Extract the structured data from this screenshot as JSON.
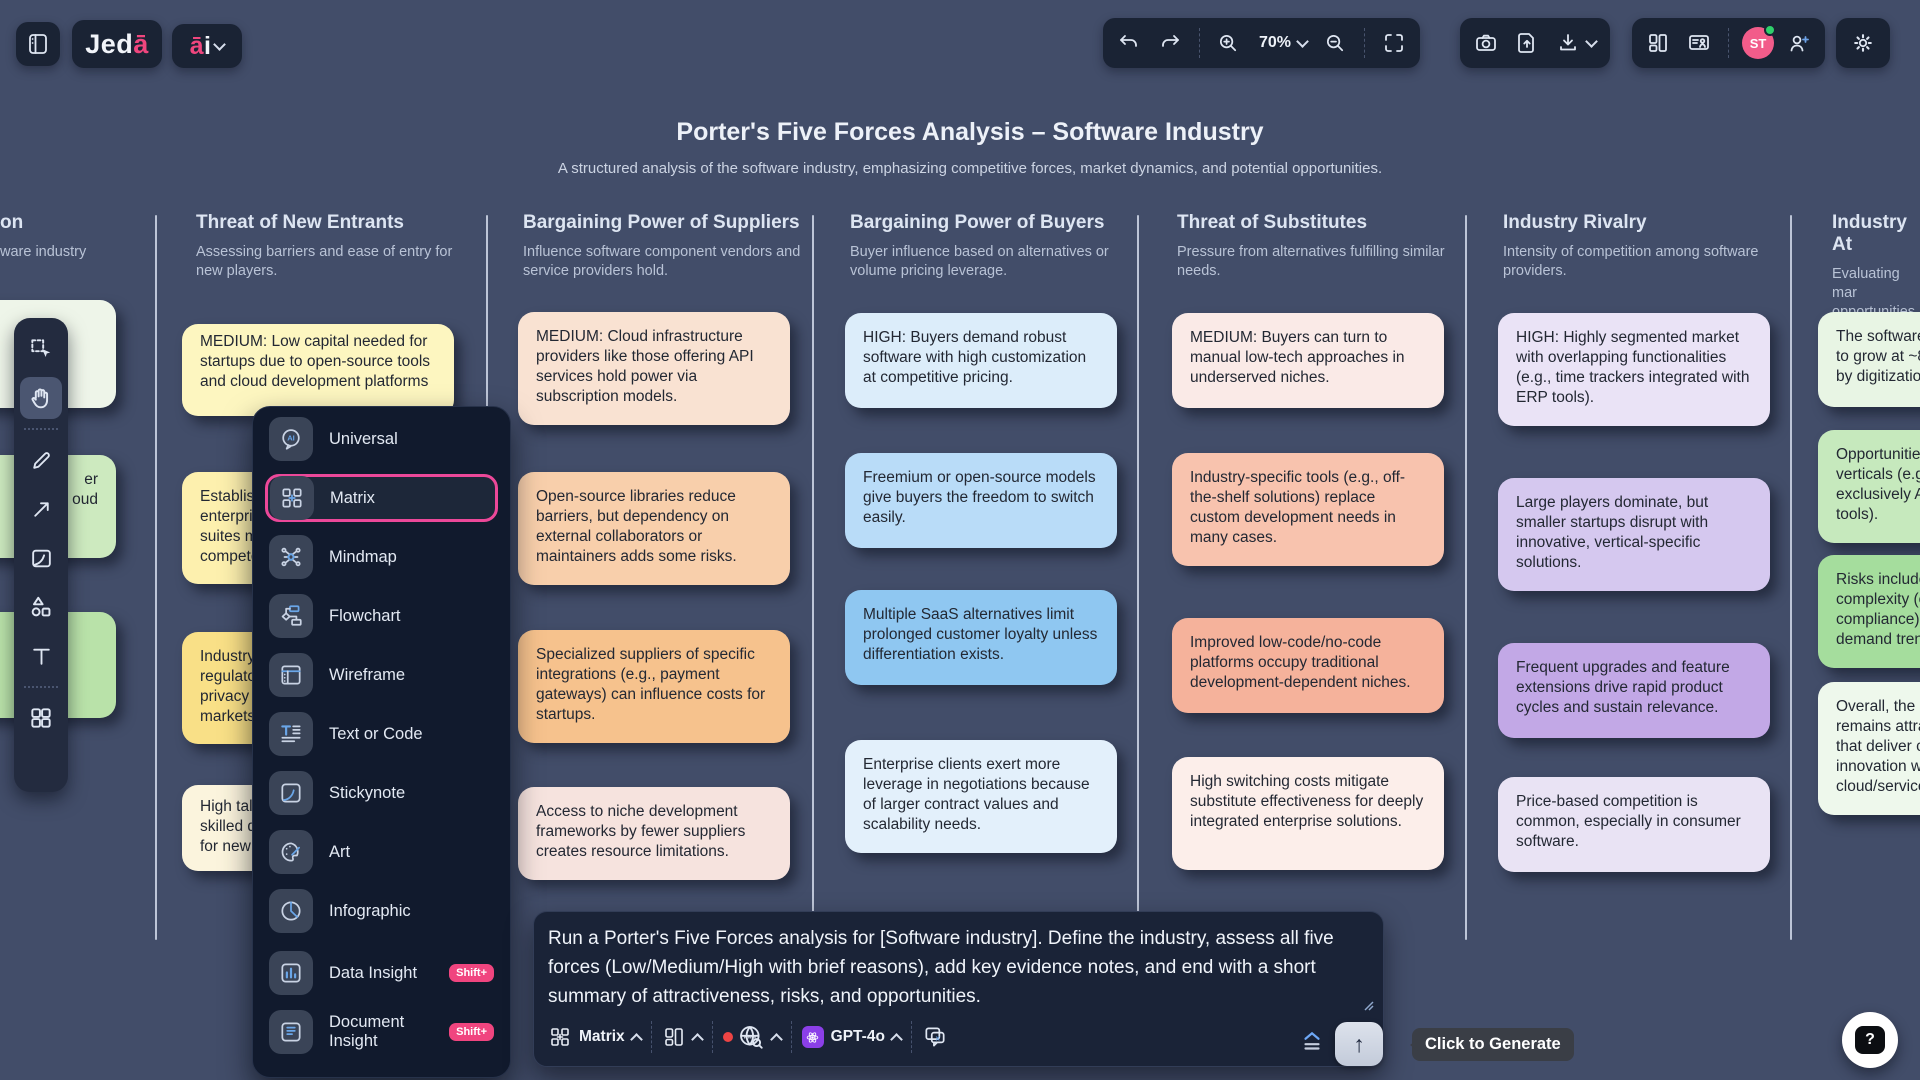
{
  "header": {
    "logo_prefix": "Jed",
    "logo_suffix": "ā",
    "ai_a": "ā",
    "ai_i": "i",
    "zoom_level": "70%",
    "avatar_initials": "ST"
  },
  "board": {
    "title": "Porter's Five Forces Analysis – Software Industry",
    "subtitle": "A structured analysis of the software industry, emphasizing competitive forces, market dynamics, and potential opportunities."
  },
  "columns": [
    {
      "title": "on",
      "subtitle": "ware industry",
      "notes": [
        {
          "text": "",
          "color": "#eef5e9"
        },
        {
          "text": "er\noud",
          "color": "#cdeabf"
        },
        {
          "text": "",
          "color": "#b9e2a9"
        }
      ]
    },
    {
      "title": "Threat of New Entrants",
      "subtitle": "Assessing barriers and ease of entry for new players.",
      "notes": [
        {
          "text": "MEDIUM: Low capital needed for startups due to open-source tools and cloud development platforms",
          "color": "#fdf6c0"
        },
        {
          "text": "Establis\nenterpri\nsuites m\ncompete",
          "color": "#fdf0ae"
        },
        {
          "text": "Industry\nregulato\nprivacy\nmarkets",
          "color": "#f9e087"
        },
        {
          "text": "High tal\nskilled d\nfor new",
          "color": "#fbf4dd"
        }
      ]
    },
    {
      "title": "Bargaining Power of Suppliers",
      "subtitle": "Influence software component vendors and service providers hold.",
      "notes": [
        {
          "text": "MEDIUM: Cloud infrastructure providers like those offering API services hold power via subscription models.",
          "color": "#f9e2d2"
        },
        {
          "text": "Open-source libraries reduce barriers, but dependency on external collaborators or maintainers adds some risks.",
          "color": "#f8cfab"
        },
        {
          "text": "Specialized suppliers of specific integrations (e.g., payment gateways) can influence costs for startups.",
          "color": "#f6c28d"
        },
        {
          "text": "Access to niche development frameworks by fewer suppliers creates resource limitations.",
          "color": "#f6e3de"
        }
      ]
    },
    {
      "title": "Bargaining Power of Buyers",
      "subtitle": "Buyer influence based on alternatives or volume pricing leverage.",
      "notes": [
        {
          "text": "HIGH: Buyers demand robust software with high customization at competitive pricing.",
          "color": "#dcedfa"
        },
        {
          "text": "Freemium or open-source models give buyers the freedom to switch easily.",
          "color": "#b9dcf8"
        },
        {
          "text": "Multiple SaaS alternatives limit prolonged customer loyalty unless differentiation exists.",
          "color": "#8fc7f1"
        },
        {
          "text": "Enterprise clients exert more leverage in negotiations because of larger contract values and scalability needs.",
          "color": "#e3f0fb"
        }
      ]
    },
    {
      "title": "Threat of Substitutes",
      "subtitle": "Pressure from alternatives fulfilling similar needs.",
      "notes": [
        {
          "text": "MEDIUM: Buyers can turn to manual low-tech approaches in underserved niches.",
          "color": "#faeae7"
        },
        {
          "text": "Industry-specific tools (e.g., off-the-shelf solutions) replace custom development needs in many cases.",
          "color": "#f8c3ae"
        },
        {
          "text": "Improved low-code/no-code platforms occupy traditional development-dependent niches.",
          "color": "#f5b29b"
        },
        {
          "text": "High switching costs mitigate substitute effectiveness for deeply integrated enterprise solutions.",
          "color": "#fceeea"
        }
      ]
    },
    {
      "title": "Industry Rivalry",
      "subtitle": "Intensity of competition among software providers.",
      "notes": [
        {
          "text": "HIGH: Highly segmented market with overlapping functionalities (e.g., time trackers integrated with ERP tools).",
          "color": "#eae3f6"
        },
        {
          "text": "Large players dominate, but smaller startups disrupt with innovative, vertical-specific solutions.",
          "color": "#d5c8ef"
        },
        {
          "text": "Frequent upgrades and feature extensions drive rapid product cycles and sustain relevance.",
          "color": "#c2a8e6"
        },
        {
          "text": "Price-based competition is common, especially in consumer software.",
          "color": "#e9e3f4"
        }
      ]
    },
    {
      "title": "Industry At",
      "subtitle": "Evaluating mar\nopportunities.",
      "notes": [
        {
          "text": "The software\nto grow at ~8\nby digitizatio",
          "color": "#e8f5e4"
        },
        {
          "text": "Opportunitie\nverticals (e.g\nexclusively A\ntools).",
          "color": "#c6e9bd"
        },
        {
          "text": "Risks include\ncomplexity (e\ncompliance)\ndemand tren",
          "color": "#a5dd9d"
        },
        {
          "text": "Overall, the s\nremains attra\nthat deliver c\ninnovation w\ncloud/service",
          "color": "#eef8ec"
        }
      ]
    }
  ],
  "shape_menu": {
    "items": [
      {
        "label": "Universal"
      },
      {
        "label": "Matrix"
      },
      {
        "label": "Mindmap"
      },
      {
        "label": "Flowchart"
      },
      {
        "label": "Wireframe"
      },
      {
        "label": "Text or Code"
      },
      {
        "label": "Stickynote"
      },
      {
        "label": "Art"
      },
      {
        "label": "Infographic"
      },
      {
        "label": "Data Insight",
        "badge": "Shift+"
      },
      {
        "label": "Document Insight",
        "badge": "Shift+"
      }
    ]
  },
  "prompt_bar": {
    "text": "Run a Porter's Five Forces analysis for [Software industry]. Define the industry, assess all five forces (Low/Medium/High with brief reasons), add key evidence notes, and end with a short summary of attractiveness, risks, and opportunities.",
    "template_label": "Matrix",
    "model_label": "GPT-4o",
    "send_arrow": "↑"
  },
  "tooltip": {
    "text": "Click to Generate"
  },
  "help": {
    "glyph": "?"
  },
  "colors": {
    "canvas": "#424d69",
    "panel": "#1a2334",
    "menu": "#111a2d",
    "accent_pink": "#ec4899",
    "brand_pink": "#f0467e",
    "accent_blue": "#5f9fe0",
    "avatar_pink": "#f25c8a",
    "online_green": "#2fd06b",
    "badge_pink": "#f0457f",
    "model_purple": "#8b3fe8",
    "record_red": "#ee4444"
  }
}
